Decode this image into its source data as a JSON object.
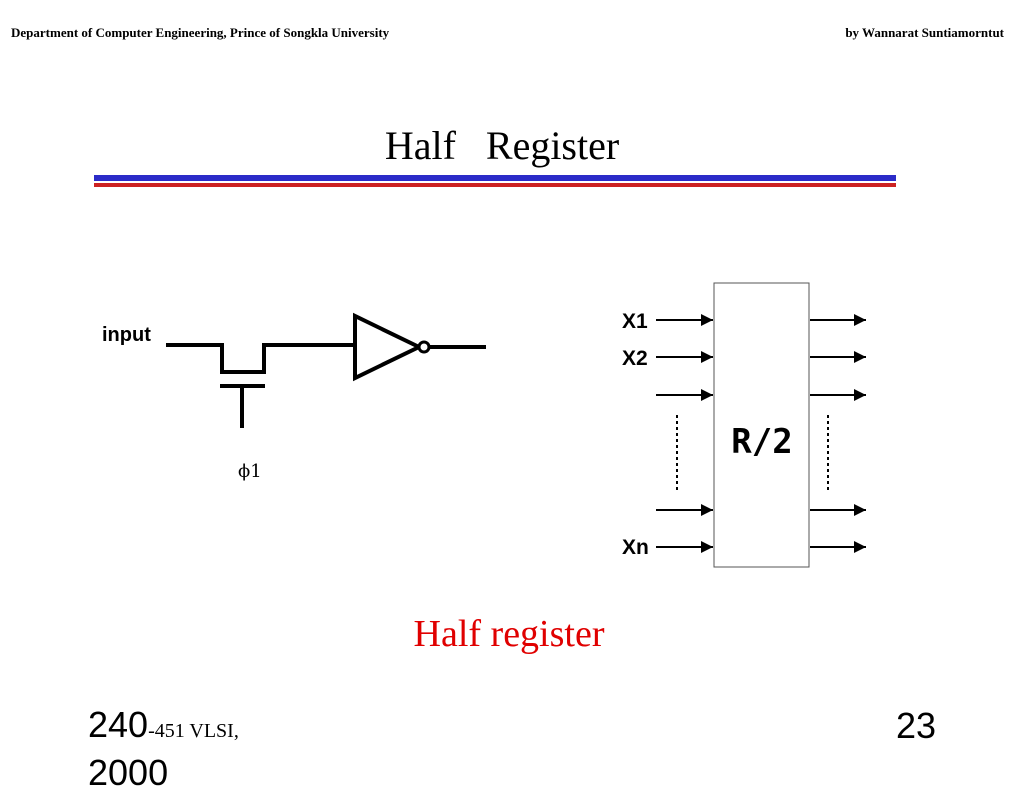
{
  "header": {
    "left_text": "Department of Computer Engineering, Prince of Songkla University",
    "right_text": "by Wannarat Suntiamorntut"
  },
  "title": "Half   Register",
  "colors": {
    "rule_blue": "#2b2bc8",
    "rule_red": "#cc2222",
    "caption": "#e00000",
    "line": "#000000"
  },
  "circuit": {
    "input_label": "input",
    "clock_label": "ϕ1",
    "elements": [
      "pass-transistor",
      "inverter"
    ]
  },
  "block": {
    "label": "R/2",
    "input_labels": [
      "X1",
      "X2",
      "",
      "Xn"
    ]
  },
  "caption": "Half register",
  "footer": {
    "course_number": "240",
    "course_rest": "-451  VLSI,",
    "year": "2000",
    "page_number": "23"
  }
}
